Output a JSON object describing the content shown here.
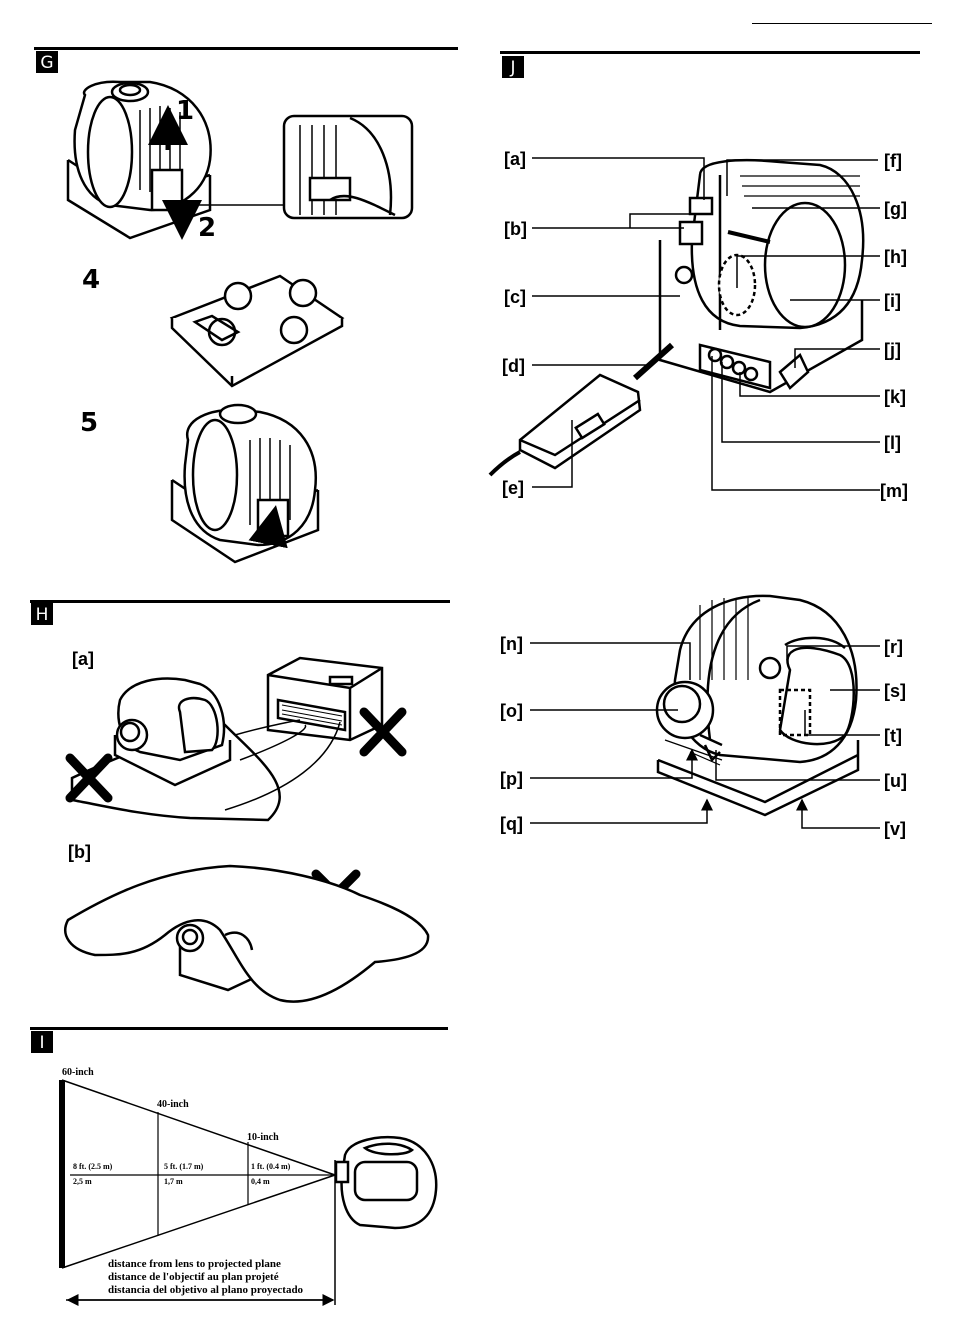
{
  "sections": {
    "G": {
      "badge": "G",
      "steps": {
        "s1": "1",
        "s2": "2",
        "s4": "4",
        "s5": "5"
      }
    },
    "H": {
      "badge": "H",
      "label_a": "[a]",
      "label_b": "[b]"
    },
    "I": {
      "badge": "I",
      "sizes": {
        "s60": "60-inch",
        "s40": "40-inch",
        "s10": "10-inch"
      },
      "distances": {
        "d60_ft": "8 ft. (2.5 m)",
        "d60_m": "2,5 m",
        "d40_ft": "5 ft. (1.7 m)",
        "d40_m": "1,7 m",
        "d10_ft": "1 ft. (0.4 m)",
        "d10_m": "0,4 m"
      },
      "caption": {
        "en": "distance from lens to projected plane",
        "fr": "distance de l'objectif au plan projeté",
        "es": "distancia del objetivo al plano proyectado"
      }
    },
    "J": {
      "badge": "J",
      "callouts": {
        "a": "[a]",
        "b": "[b]",
        "c": "[c]",
        "d": "[d]",
        "e": "[e]",
        "f": "[f]",
        "g": "[g]",
        "h": "[h]",
        "i": "[i]",
        "j": "[j]",
        "k": "[k]",
        "l": "[l]",
        "m": "[m]",
        "n": "[n]",
        "o": "[o]",
        "p": "[p]",
        "q": "[q]",
        "r": "[r]",
        "s": "[s]",
        "t": "[t]",
        "u": "[u]",
        "v": "[v]"
      }
    }
  }
}
